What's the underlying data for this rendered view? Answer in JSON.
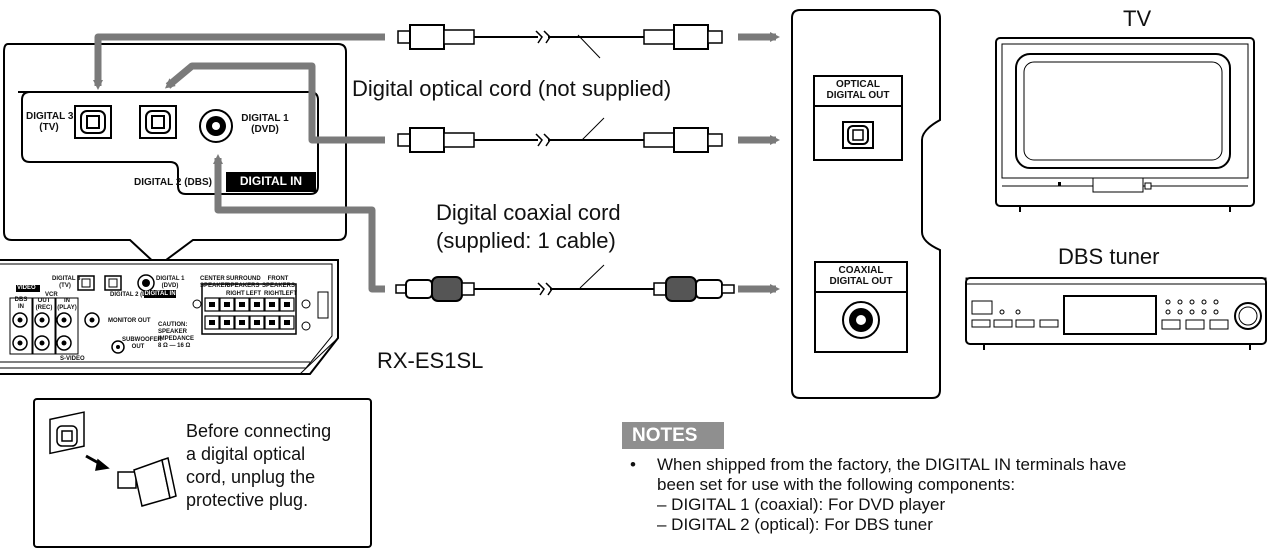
{
  "labels": {
    "tv": "TV",
    "dbs_tuner": "DBS tuner",
    "receiver_model": "RX-ES1SL",
    "optical_cord": "Digital optical cord (not supplied)",
    "coaxial_cord_line1": "Digital coaxial cord",
    "coaxial_cord_line2": "(supplied: 1 cable)",
    "optical_digital_out": [
      "OPTICAL",
      "DIGITAL OUT"
    ],
    "coaxial_digital_out": [
      "COAXIAL",
      "DIGITAL OUT"
    ]
  },
  "receiver_panel": {
    "digital3": [
      "DIGITAL 3",
      "(TV)"
    ],
    "digital1": [
      "DIGITAL 1",
      "(DVD)"
    ],
    "digital2": "DIGITAL 2 (DBS)",
    "digital_in": "DIGITAL IN"
  },
  "rear_panel_small": {
    "video": "VIDEO",
    "digital3": [
      "DIGITAL 3",
      "(TV)"
    ],
    "digital1": [
      "DIGITAL 1",
      "(DVD)"
    ],
    "digital2": "DIGITAL 2 (DBS)",
    "digital_in": "DIGITAL IN",
    "monitor_out": "MONITOR OUT",
    "subwoofer_out": [
      "SUBWOOFER",
      "OUT"
    ],
    "center_speaker": [
      "CENTER",
      "SPEAKER"
    ],
    "surround_speakers": [
      "SURROUND",
      "SPEAKERS"
    ],
    "front_speakers": [
      "FRONT",
      "SPEAKERS"
    ],
    "right": "RIGHT",
    "left": "LEFT",
    "caution": [
      "CAUTION:",
      "SPEAKER",
      "IMPEDANCE",
      "8 Ω — 16 Ω"
    ],
    "out_vcr": [
      "OUT",
      "(REC)"
    ],
    "in_play": [
      "IN",
      "(PLAY)"
    ],
    "vcr": "VCR",
    "dbs_in": [
      "DBS",
      "IN"
    ],
    "s_video": "S-VIDEO"
  },
  "plug_note": {
    "lines": [
      "Before connecting",
      "a digital optical",
      "cord, unplug the",
      "protective plug."
    ]
  },
  "notes": {
    "heading": "NOTES",
    "bullet": "•",
    "text_line1": "When shipped from the factory, the DIGITAL IN terminals have",
    "text_line2": "been set for use with the following components:",
    "items": [
      "– DIGITAL 1 (coaxial): For DVD player",
      "– DIGITAL 2 (optical): For DBS tuner"
    ]
  },
  "colors": {
    "arrow": "#7a7a7a",
    "line": "#000000",
    "badge": "#8f8f8f"
  }
}
